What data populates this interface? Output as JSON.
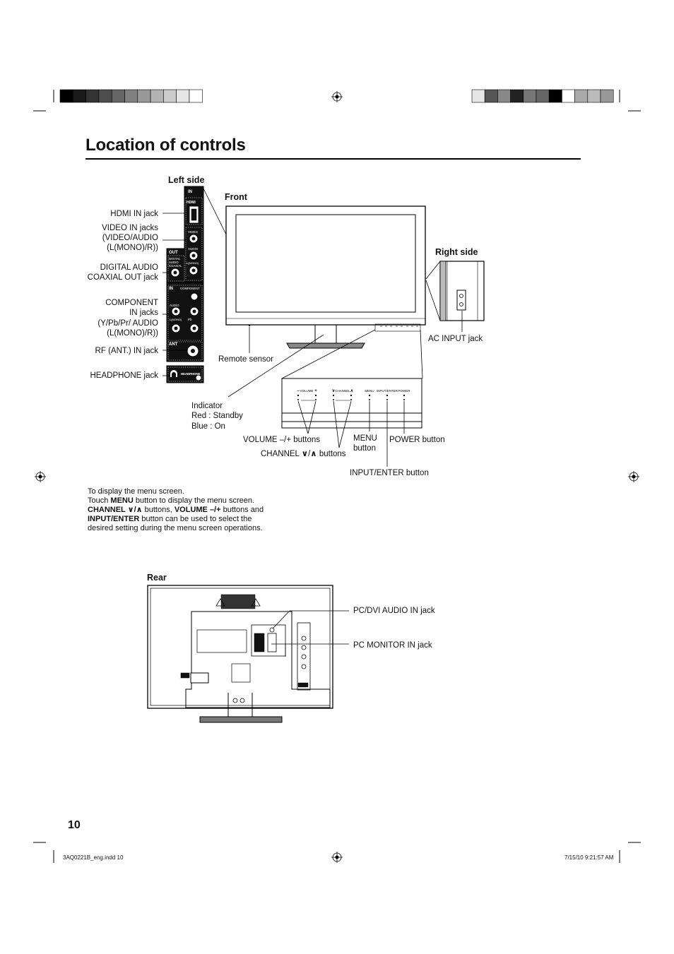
{
  "page": {
    "title": "Location of controls",
    "page_number": "10"
  },
  "sections": {
    "left_side": "Left side",
    "front": "Front",
    "right_side": "Right side",
    "rear": "Rear"
  },
  "left_labels": {
    "hdmi": "HDMI IN jack",
    "video_1": "VIDEO IN jacks",
    "video_2": "(VIDEO/AUDIO",
    "video_3": "(L(MONO)/R))",
    "digital_1": "DIGITAL AUDIO",
    "digital_2": "COAXIAL OUT jack",
    "component_1": "COMPONENT",
    "component_2": "IN jacks",
    "component_3": "(Y/Pb/Pr/ AUDIO",
    "component_4": "(L(MONO)/R))",
    "rf": "RF (ANT.) IN jack",
    "headphone": "HEADPHONE jack"
  },
  "panel_marks": {
    "in": "IN",
    "hdmi": "HDMI",
    "video": "VIDEO",
    "audio": "AUDIO",
    "mono": "L(MONO)",
    "out": "OUT",
    "digital": "DIGITAL",
    "audio2": "AUDIO",
    "coaxial": "COAXIAL",
    "in2": "IN",
    "component": "COMPONENT",
    "audio3": "AUDIO",
    "mono2": "L(MONO)",
    "pb": "Pb",
    "ant": "ANT",
    "headphone": "HEADPHONE"
  },
  "front_labels": {
    "remote_sensor": "Remote sensor",
    "indicator_1": "Indicator",
    "indicator_2": "Red : Standby",
    "indicator_3": "Blue : On",
    "volume": "VOLUME –/+ buttons",
    "channel_prefix": "CHANNEL",
    "channel_suffix": "buttons",
    "menu_1": "MENU",
    "menu_2": "button",
    "power": "POWER button",
    "input_enter": "INPUT/ENTER button",
    "ac_input": "AC INPUT jack"
  },
  "control_marks": {
    "minus": "–",
    "volume": "VOLUME",
    "plus": "+",
    "ch_down": "∨",
    "channel": "CHANNEL",
    "ch_up": "∧",
    "menu": "MENU",
    "input_enter": "INPUT/ENTER",
    "power": "POWER"
  },
  "menu_note": {
    "line1": "To display the menu screen.",
    "line2_a": "Touch ",
    "line2_b": "MENU",
    "line2_c": " button to display the menu screen.",
    "line3_a": "CHANNEL ",
    "line3_b": "∨/∧",
    "line3_c": " buttons, ",
    "line3_d": "VOLUME –/+",
    "line3_e": " buttons and",
    "line4_a": "INPUT/ENTER",
    "line4_b": " button can be used to select the",
    "line5": "desired setting during the menu screen operations."
  },
  "rear_labels": {
    "pc_dvi_audio": "PC/DVI AUDIO IN jack",
    "pc_monitor": "PC MONITOR IN jack"
  },
  "footer": {
    "file": "3AQ0221B_eng.indd   10",
    "date": "7/15/10   9:21:57 AM"
  },
  "colors": {
    "ink": "#000000",
    "bar_left": [
      "#000000",
      "#1a1a1a",
      "#333333",
      "#4d4d4d",
      "#666666",
      "#808080",
      "#999999",
      "#b3b3b3",
      "#cccccc",
      "#e6e6e6",
      "#ffffff"
    ],
    "bar_right": [
      "#e6e6e6",
      "#555555",
      "#888888",
      "#222222",
      "#777777",
      "#666666",
      "#000000",
      "#ffffff",
      "#aaaaaa",
      "#bbbbbb",
      "#999999"
    ]
  }
}
